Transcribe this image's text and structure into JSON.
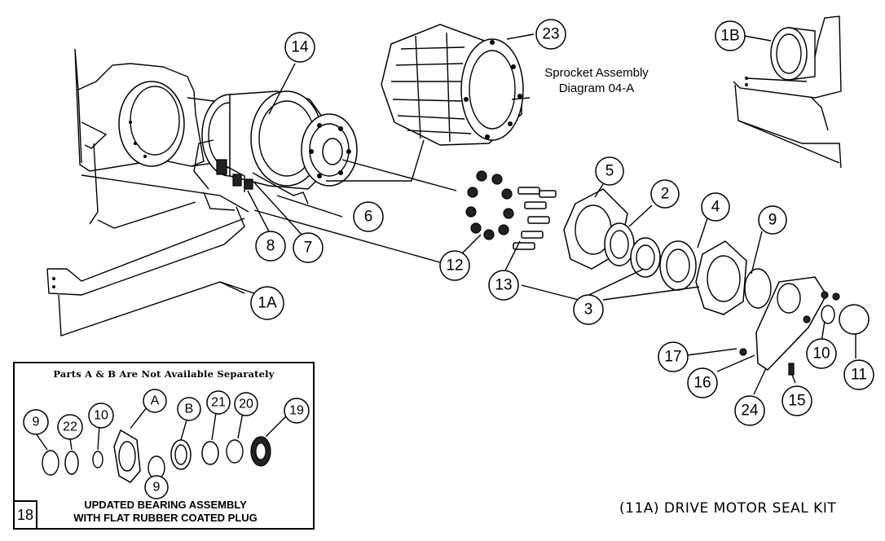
{
  "diagram": {
    "kit_title": "(11A) DRIVE MOTOR SEAL KIT",
    "sprocket_note": {
      "line1": "Sprocket Assembly",
      "line2": "Diagram 04-A"
    },
    "callouts": {
      "c14": "14",
      "c23": "23",
      "c1B": "1B",
      "c5": "5",
      "c2": "2",
      "c4": "4",
      "c9": "9",
      "c6": "6",
      "c8": "8",
      "c7": "7",
      "c12": "12",
      "c13": "13",
      "c3": "3",
      "c1A": "1A",
      "c17": "17",
      "c16": "16",
      "c10": "10",
      "c11": "11",
      "c24": "24",
      "c15": "15"
    },
    "inset": {
      "title": "Parts A & B Are Not Available Separately",
      "number": "18",
      "caption_line1": "UPDATED BEARING ASSEMBLY",
      "caption_line2": "WITH FLAT RUBBER COATED PLUG",
      "callouts": {
        "i9a": "9",
        "i22": "22",
        "i10": "10",
        "iA": "A",
        "iB": "B",
        "i21": "21",
        "i20": "20",
        "i19": "19",
        "i9b": "9"
      }
    }
  }
}
